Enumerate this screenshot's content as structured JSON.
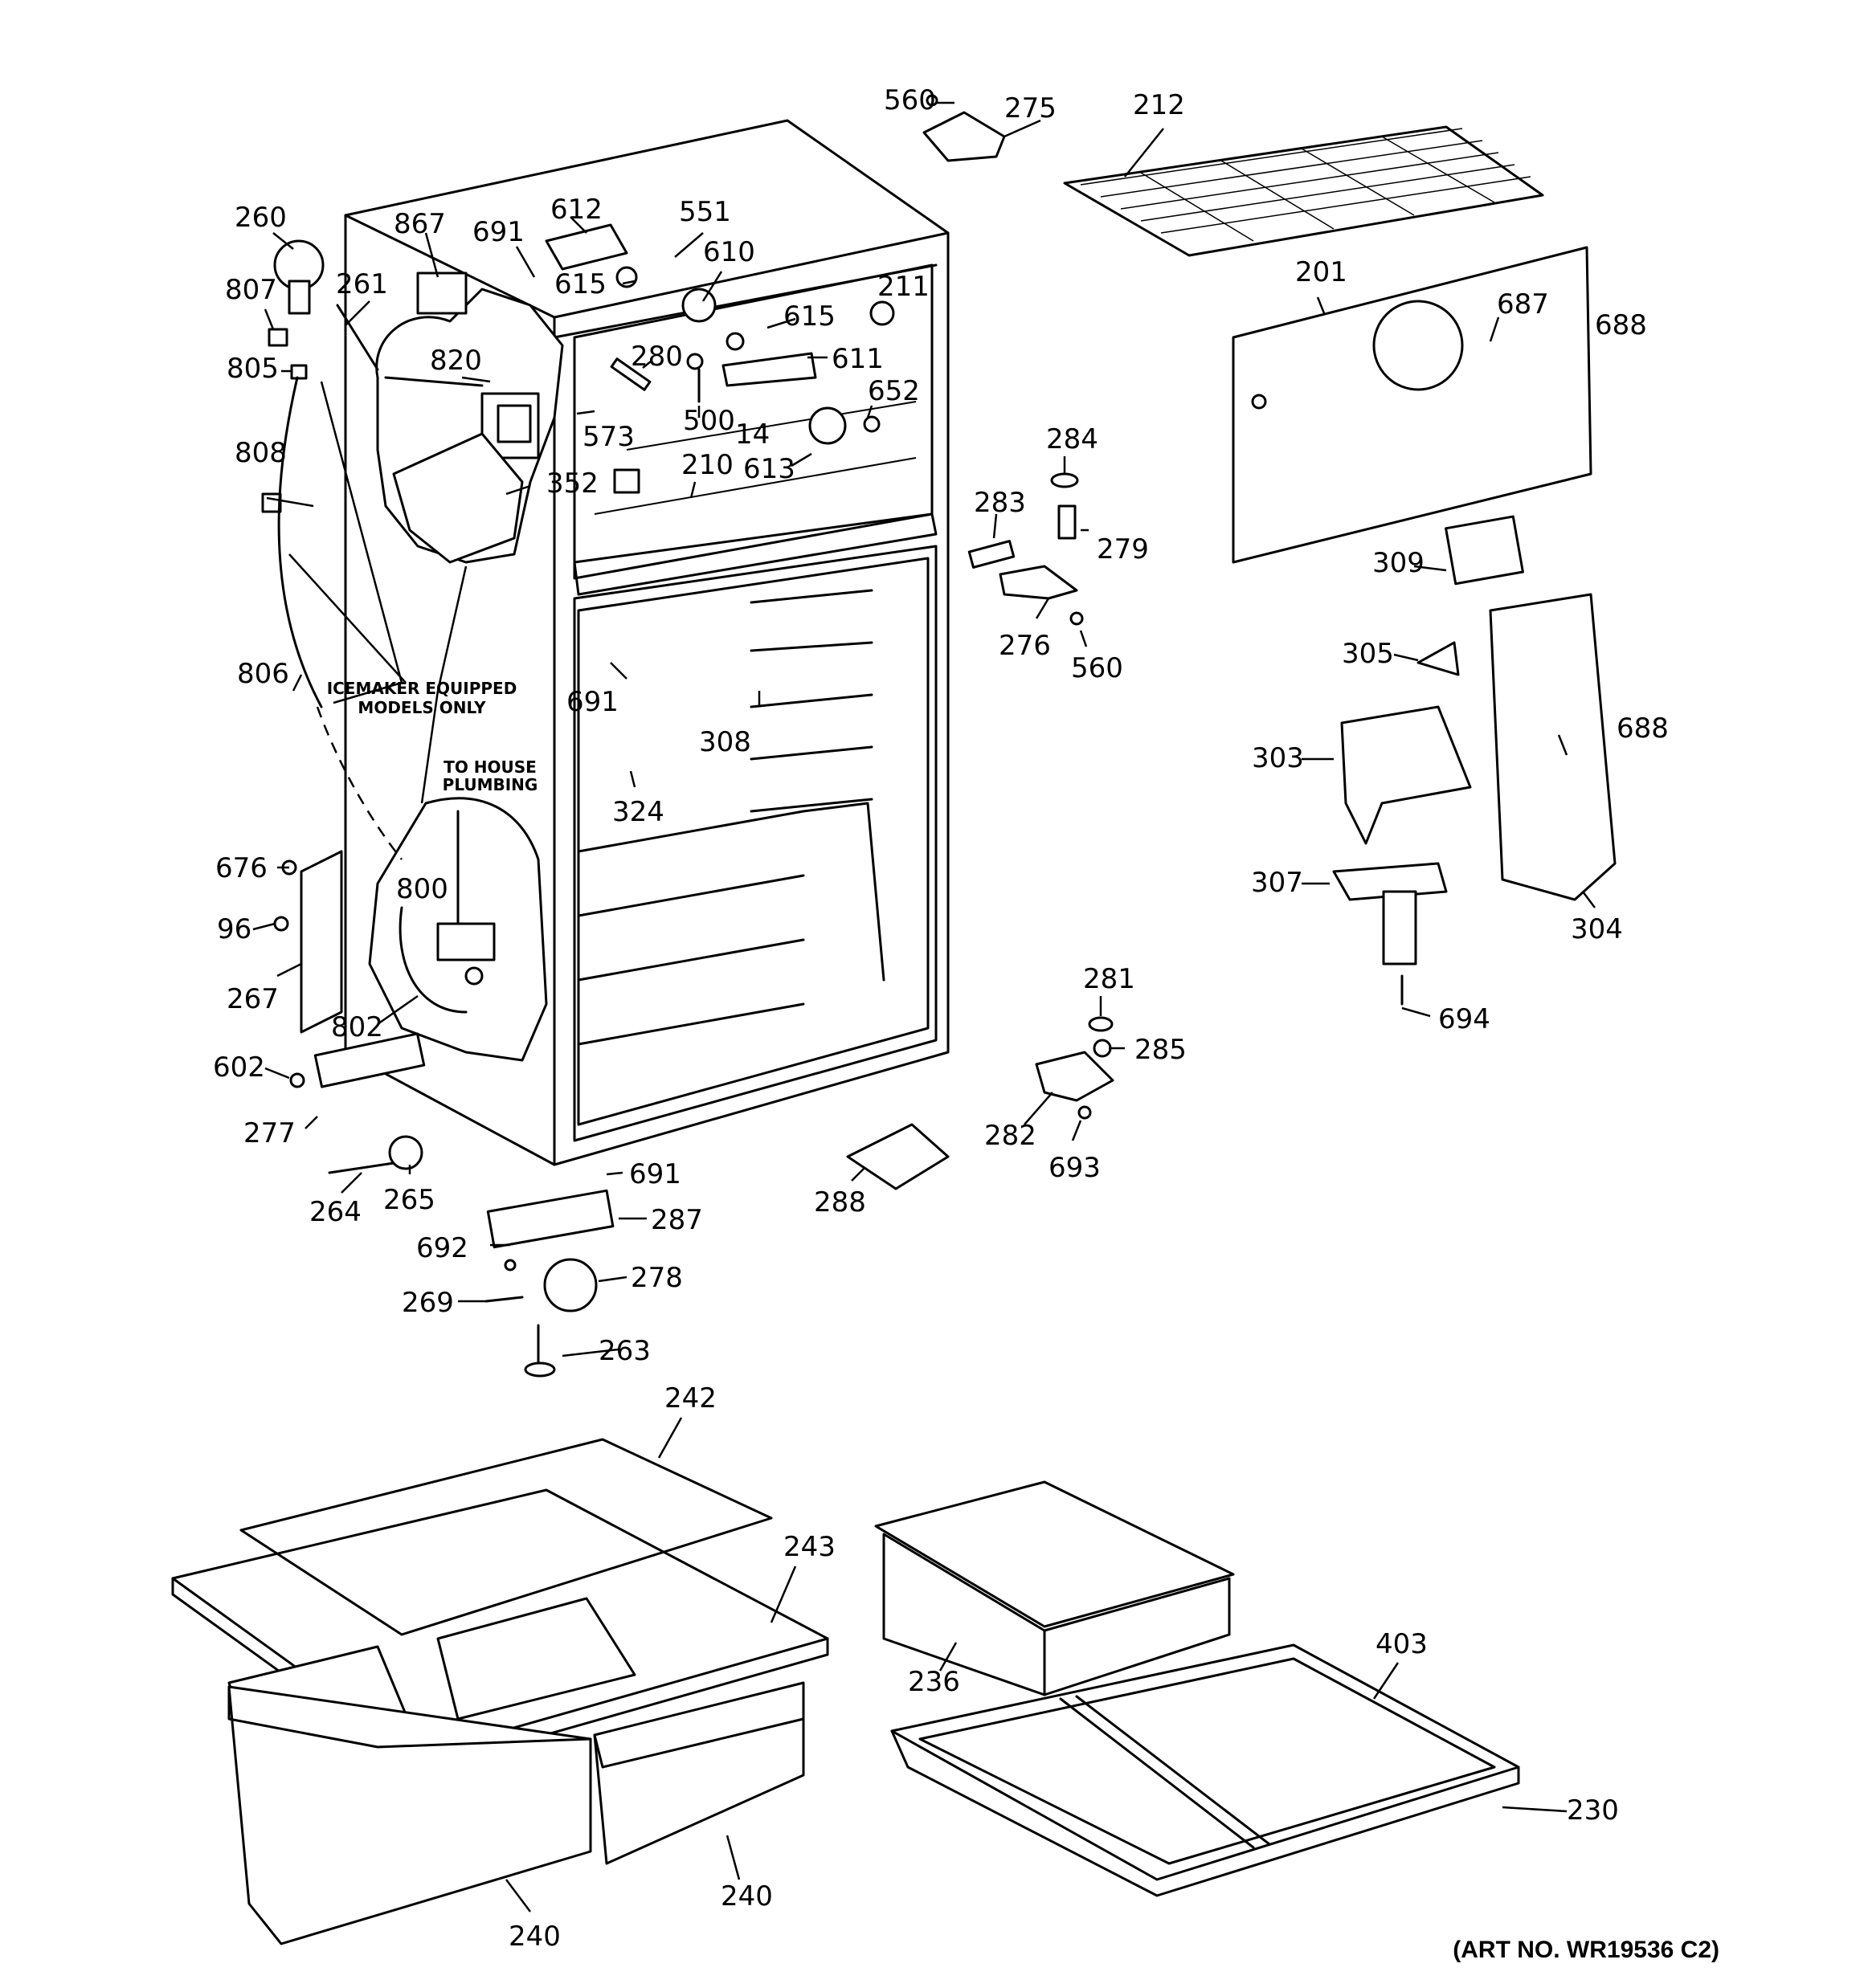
{
  "notes": {
    "icemaker_line1": "ICEMAKER EQUIPPED",
    "icemaker_line2": "MODELS ONLY",
    "plumbing_line1": "TO HOUSE",
    "plumbing_line2": "PLUMBING"
  },
  "art_number": "(ART NO. WR19536 C2)",
  "callouts": [
    "560",
    "275",
    "212",
    "260",
    "867",
    "612",
    "551",
    "691",
    "610",
    "807",
    "261",
    "615",
    "211",
    "201",
    "687",
    "688",
    "805",
    "820",
    "280",
    "615",
    "611",
    "652",
    "573",
    "500",
    "14",
    "613",
    "808",
    "352",
    "210",
    "284",
    "283",
    "279",
    "309",
    "806",
    "691",
    "276",
    "560",
    "305",
    "308",
    "688",
    "303",
    "324",
    "676",
    "800",
    "307",
    "304",
    "96",
    "267",
    "802",
    "281",
    "694",
    "285",
    "602",
    "282",
    "277",
    "693",
    "691",
    "288",
    "287",
    "264",
    "265",
    "692",
    "278",
    "269",
    "263",
    "242",
    "243",
    "236",
    "403",
    "230",
    "240",
    "240"
  ]
}
